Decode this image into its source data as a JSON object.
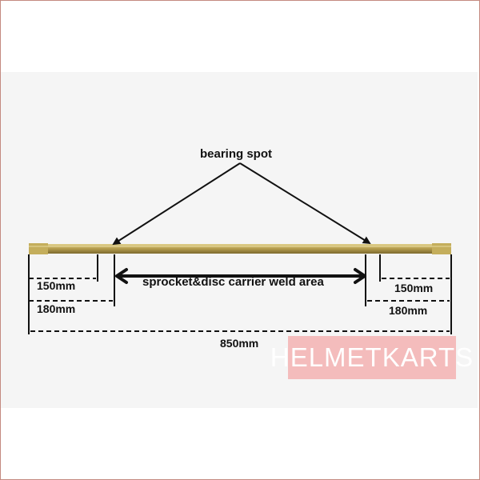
{
  "labels": {
    "bearing_spot": "bearing spot",
    "weld_area": "sprocket&disc carrier weld area",
    "left_150": "150mm",
    "left_180": "180mm",
    "right_150": "150mm",
    "right_180": "180mm",
    "total_850": "850mm"
  },
  "watermark": {
    "text": "HELMETKARTS"
  },
  "colors": {
    "shaft": "#b8a050",
    "shaft_highlight": "#e0d08a",
    "shaft_shadow": "#7d6a2e",
    "watermark_bg": "#f4bcbc",
    "frame": "#c48a80"
  }
}
